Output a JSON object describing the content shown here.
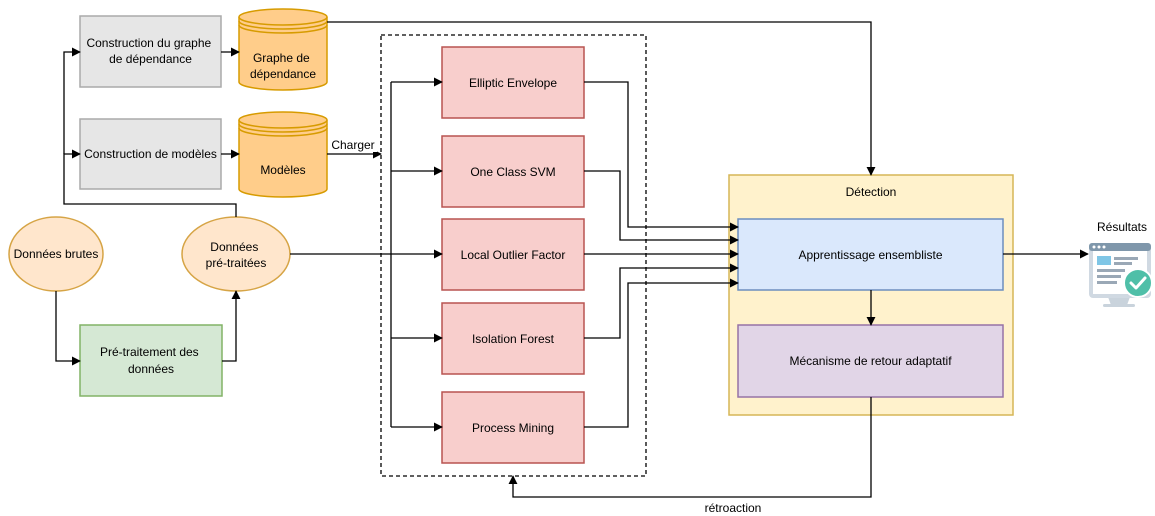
{
  "nodes": {
    "raw_data": "Données brutes",
    "preprocessed": [
      "Données",
      "pré-traitées"
    ],
    "preprocessing": [
      "Pré-traitement des",
      "données"
    ],
    "build_graph": [
      "Construction du graphe",
      "de dépendance"
    ],
    "build_models": "Construction de modèles",
    "graph_db": [
      "Graphe de",
      "dépendance"
    ],
    "models_db": "Modèles",
    "elliptic": "Elliptic Envelope",
    "ocsvm": "One Class SVM",
    "lof": "Local Outlier Factor",
    "iforest": "Isolation Forest",
    "pm": "Process Mining",
    "detection": "Détection",
    "ensemble": "Apprentissage ensembliste",
    "feedback": "Mécanisme de retour adaptatif",
    "results": "Résultats"
  },
  "edges": {
    "charger": "Charger",
    "retroaction": "rétroaction"
  },
  "icons": {
    "results_icon": "monitor-checkmark-icon"
  },
  "colors": {
    "gray_fill": "#e6e6e6",
    "gray_stroke": "#aaaaaa",
    "orange_fill": "#ffe6cc",
    "orange_stroke": "#d6a445",
    "db_fill": "#ffcd8a",
    "db_stroke": "#d79b00",
    "red_fill": "#f8cecc",
    "red_stroke": "#b85450",
    "green_fill": "#d5e8d4",
    "green_stroke": "#82b366",
    "yellow_fill": "#fff2cc",
    "yellow_stroke": "#d6b656",
    "blue_fill": "#dae8fc",
    "blue_stroke": "#6c8ebf",
    "purple_fill": "#e1d5e7",
    "purple_stroke": "#9673a6"
  }
}
